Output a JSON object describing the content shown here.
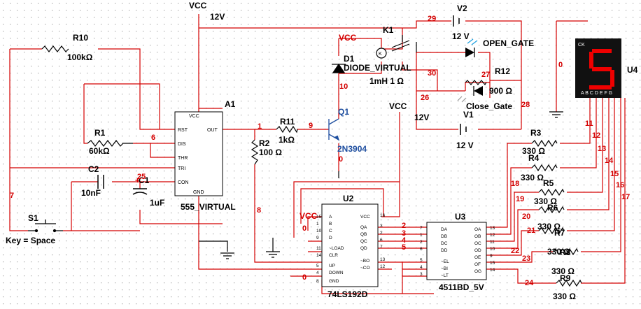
{
  "circuit": {
    "vcc_top": "VCC",
    "vcc_top_value": "12V",
    "vcc_mid": "VCC",
    "vcc_mid_value": "12V",
    "vcc_red": "VCC",
    "vcc_left": "VCC",
    "r10": {
      "ref": "R10",
      "value": "100kΩ"
    },
    "r1": {
      "ref": "R1",
      "value": "60kΩ"
    },
    "c2": {
      "ref": "C2",
      "value": "10nF"
    },
    "c1": {
      "ref": "C1",
      "value": "1uF"
    },
    "s1": {
      "ref": "S1",
      "label": "Key = Space"
    },
    "a1": {
      "ref": "A1",
      "name": "555_VIRTUAL",
      "pins": [
        "RST",
        "DIS",
        "THR",
        "TRI",
        "CON",
        "OUT",
        "VCC",
        "GND"
      ]
    },
    "r11": {
      "ref": "R11",
      "value": "1kΩ"
    },
    "r2": {
      "ref": "R2",
      "value": "100 Ω"
    },
    "q1": {
      "ref": "Q1",
      "value": "2N3904"
    },
    "d1": {
      "ref": "D1",
      "value": "DIODE_VIRTUAL"
    },
    "k1": {
      "ref": "K1",
      "value": "1mH 1 Ω"
    },
    "v2": {
      "ref": "V2",
      "value": "12 V"
    },
    "v1": {
      "ref": "V1",
      "value": "12 V"
    },
    "r12": {
      "ref": "R12",
      "value": "900 Ω"
    },
    "led_open": "OPEN_GATE",
    "led_close": "Close_Gate",
    "u2": {
      "ref": "U2",
      "name": "74LS192D",
      "pins_left": [
        "A",
        "B",
        "C",
        "D",
        "~LOAD",
        "CLR",
        "UP",
        "DOWN",
        "GND"
      ],
      "pins_right": [
        "VCC",
        "QA",
        "QB",
        "QC",
        "QD",
        "~BO",
        "~CO"
      ],
      "pin_nums_left": [
        "15",
        "1",
        "10",
        "9",
        "11",
        "14",
        "5",
        "4",
        "8"
      ],
      "pin_nums_right": [
        "16",
        "3",
        "2",
        "6",
        "7",
        "13",
        "12"
      ]
    },
    "u3": {
      "ref": "U3",
      "name": "4511BD_5V",
      "pins_left": [
        "DA",
        "DB",
        "DC",
        "DD",
        "~EL",
        "~BI",
        "~LT"
      ],
      "pins_right": [
        "OA",
        "OB",
        "OC",
        "OD",
        "OE",
        "OF",
        "OG"
      ],
      "pin_nums_left": [
        "7",
        "1",
        "2",
        "6",
        "5",
        "4",
        "3"
      ],
      "pin_nums_right": [
        "13",
        "12",
        "11",
        "10",
        "9",
        "15",
        "14"
      ]
    },
    "u4": {
      "ref": "U4",
      "digit": "5",
      "ck": "CK",
      "segs": "A B C D E F G"
    },
    "r3": {
      "ref": "R3",
      "value": "330 Ω"
    },
    "r4": {
      "ref": "R4",
      "value": "330 Ω"
    },
    "r5": {
      "ref": "R5",
      "value": "330 Ω"
    },
    "r6": {
      "ref": "R6",
      "value": "330 Ω"
    },
    "r7": {
      "ref": "R7",
      "value": "330 Ω"
    },
    "r8": {
      "ref": "R8",
      "value": "330 Ω"
    },
    "r9": {
      "ref": "R9",
      "value": "330 Ω"
    },
    "nets": [
      "29",
      "30",
      "27",
      "26",
      "28",
      "10",
      "9",
      "0",
      "1",
      "6",
      "25",
      "7",
      "8",
      "0",
      "0",
      "2",
      "3",
      "4",
      "5",
      "11",
      "12",
      "13",
      "14",
      "15",
      "16",
      "17",
      "18",
      "19",
      "20",
      "21",
      "22",
      "23",
      "24",
      "0"
    ],
    "colors": {
      "wire": "#d40000",
      "part": "#000000",
      "display_bg": "#111111",
      "display_seg": "#ee0000",
      "grid": "#9a9a9a",
      "link": "#1f4fa0"
    }
  }
}
